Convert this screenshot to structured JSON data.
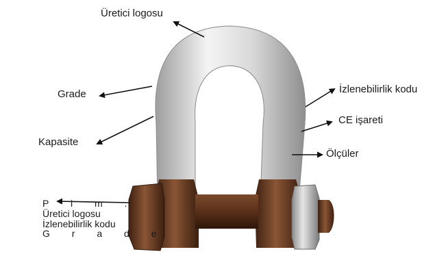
{
  "labels": {
    "manufacturer_logo": "Üretici logosu",
    "traceability_code": "İzlenebilirlik kodu",
    "grade": "Grade",
    "ce_mark": "CE işareti",
    "capacity": "Kapasite",
    "dimensions": "Ölçüler"
  },
  "pin_labels": {
    "pin": "P  i  m  .",
    "manufacturer_logo": "Üretici logosu",
    "traceability_code": "İzlenebilirlik kodu",
    "grade": "G  r  a  d  e"
  },
  "colors": {
    "shackle_body": "#cfcfcf",
    "shackle_highlight": "#f2f2f2",
    "pin_bronze": "#6e3f25",
    "nut_gray": "#b9b9b9",
    "arrow": "#111111"
  }
}
